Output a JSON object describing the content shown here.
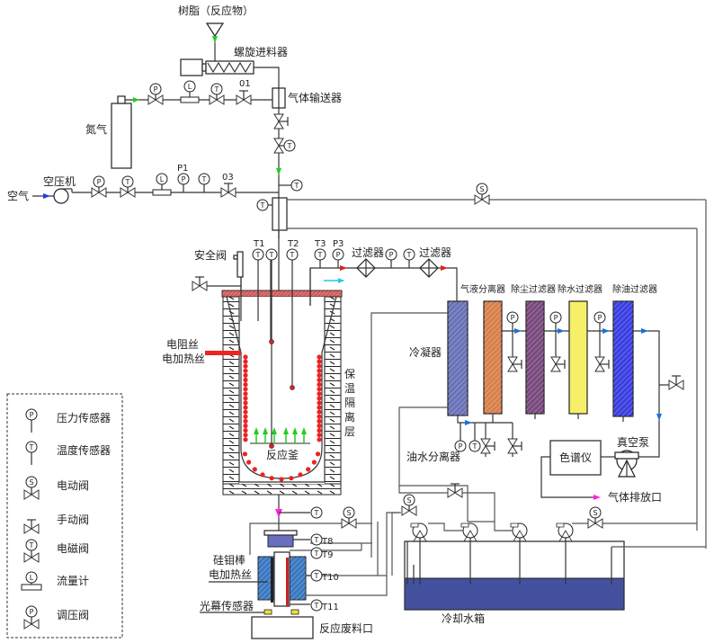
{
  "labels": {
    "resin": "树脂（反应物）",
    "screw_feeder": "螺旋进料器",
    "gas_conveyor": "气体输送器",
    "nitrogen": "氮气",
    "air": "空气",
    "compressor": "空压机",
    "p1": "P1",
    "o1": "01",
    "o3": "03",
    "safety_valve": "安全阀",
    "t1": "T1",
    "t2": "T2",
    "t3": "T3",
    "p3": "P3",
    "filter1": "过滤器",
    "filter2": "过滤器",
    "heater_wire_1": "电阻丝",
    "heater_wire_2": "电加热丝",
    "insulation": [
      "保",
      "温",
      "隔",
      "离",
      "层"
    ],
    "reactor": "反应釜",
    "condenser": "冷凝器",
    "gas_liquid_separator": "气液分离器",
    "dust_filter": "除尘过滤器",
    "water_filter": "除水过滤器",
    "oil_filter": "除油过滤器",
    "oil_water_separator": "油水分离器",
    "chromatograph": "色谱仪",
    "vacuum_pump": "真空泵",
    "exhaust": "气体排放口",
    "sic_rod_1": "硅钼棒",
    "sic_rod_2": "电加热丝",
    "light_curtain": "光幕传感器",
    "waste_outlet": "反应废料口",
    "cooling_tank": "冷却水箱",
    "t8": "T8",
    "t9": "T9",
    "t10": "T10",
    "t11": "T11"
  },
  "symbols": {
    "P": "P",
    "T": "T",
    "S": "S",
    "L": "L"
  },
  "legend": [
    {
      "symbol": "pressure-sensor",
      "letter": "P",
      "label": "压力传感器"
    },
    {
      "symbol": "temperature-sensor",
      "letter": "T",
      "label": "温度传感器"
    },
    {
      "symbol": "electric-valve",
      "letter": "S",
      "label": "电动阀"
    },
    {
      "symbol": "manual-valve",
      "letter": "",
      "label": "手动阀"
    },
    {
      "symbol": "solenoid-valve",
      "letter": "T",
      "label": "电磁阀"
    },
    {
      "symbol": "flow-meter",
      "letter": "L",
      "label": "流量计"
    },
    {
      "symbol": "pressure-regulator",
      "letter": "P",
      "label": "调压阀"
    }
  ],
  "colors": {
    "green_arrow": "#22cc22",
    "blue_arrow": "#1e6fd9",
    "red_arrow": "#e02020",
    "cyan_arrow": "#22c8f0",
    "magenta_arrow": "#ff22dd",
    "heater": "#ee2222",
    "lid": "#d9534f",
    "condenser": "#6a72b8",
    "separator": "#d9804a",
    "dust_filter": "#7a4a7e",
    "water_filter": "#f5ef6a",
    "oil_filter": "#3b3fe0",
    "tank_water": "#44519e",
    "sic_block": "#3a78c2"
  }
}
